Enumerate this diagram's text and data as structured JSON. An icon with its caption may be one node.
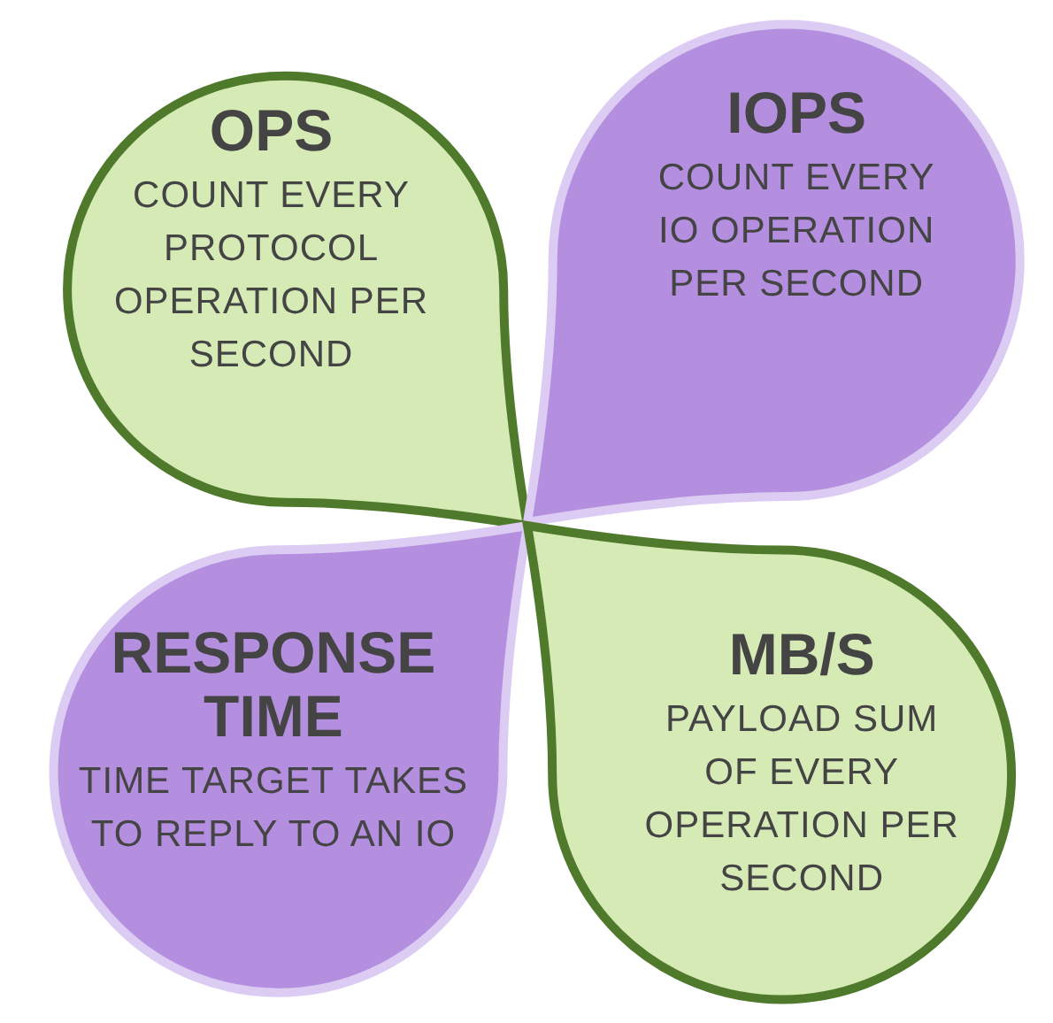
{
  "diagram": {
    "nodes": [
      {
        "text": [
          "OPS",
          "COUNT EVERY PROTOCOL OPERATION PER SECOND"
        ]
      },
      {
        "text": [
          "IOPS",
          "COUNT EVERY IO OPERATION PER SECOND"
        ]
      },
      {
        "text": [
          "RESPONSE TIME",
          "TIME TARGET TAKES TO REPLY TO AN IO"
        ]
      },
      {
        "text": [
          "MB/S",
          "PAYLOAD SUM OF EVERY OPERATION PER SECOND"
        ]
      }
    ]
  }
}
